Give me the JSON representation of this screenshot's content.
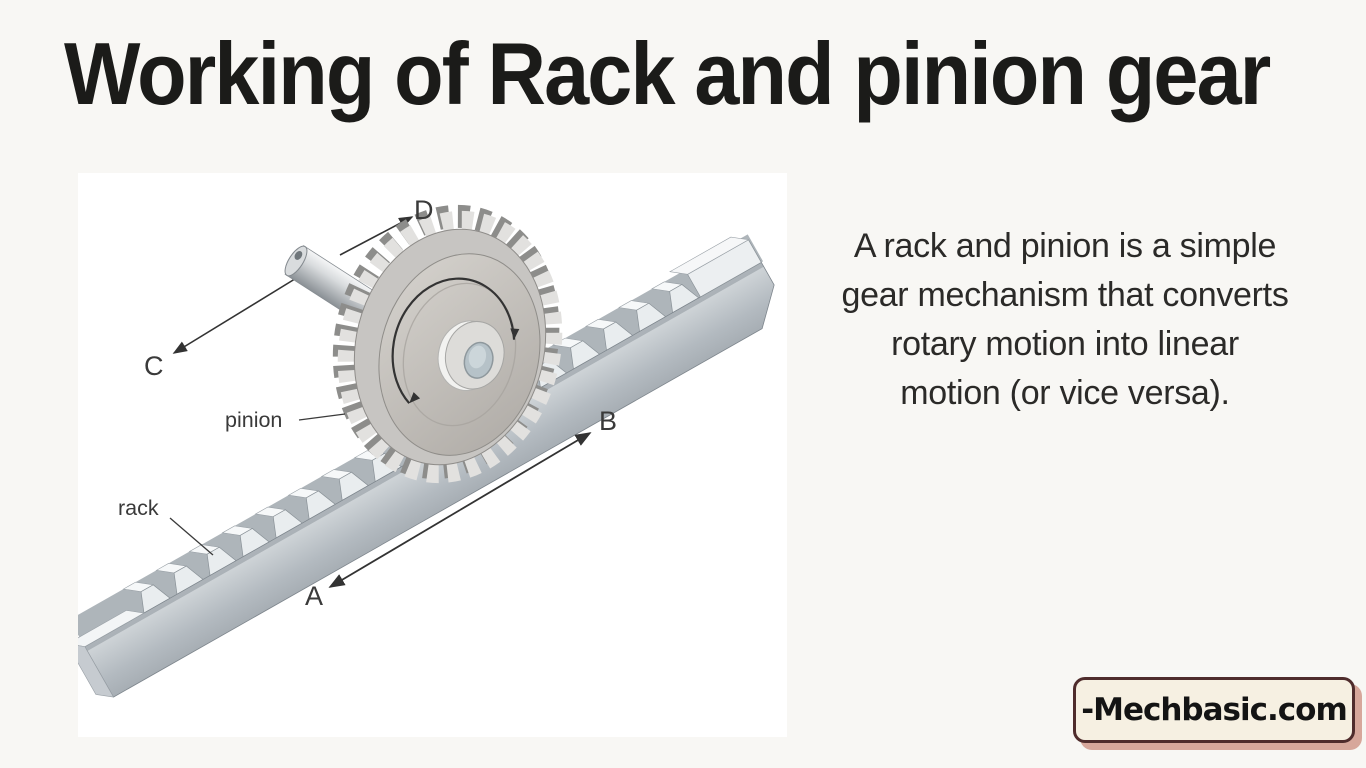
{
  "title": "Working of Rack and pinion gear",
  "description": {
    "lines": [
      "A rack and pinion is a simple",
      "gear mechanism that converts",
      "rotary motion into linear",
      "motion (or vice versa)."
    ]
  },
  "diagram": {
    "labels": {
      "d": "D",
      "c": "C",
      "b": "B",
      "a": "A",
      "pinion": "pinion",
      "rack": "rack"
    }
  },
  "badge": {
    "text": "-Mechbasic.com"
  },
  "colors": {
    "background": "#f8f7f4",
    "panel": "#ffffff",
    "title_text": "#1b1b19",
    "body_text": "#2b2a28",
    "line_work": "#333333",
    "badge_bg": "#f6f0e2",
    "badge_border": "#4f2c2c",
    "badge_shadow": "#d7a79b",
    "gear_face": "#c9c5c0",
    "hub_hole": "#b6c2c8",
    "rack_metal": "#c2c8cd"
  }
}
